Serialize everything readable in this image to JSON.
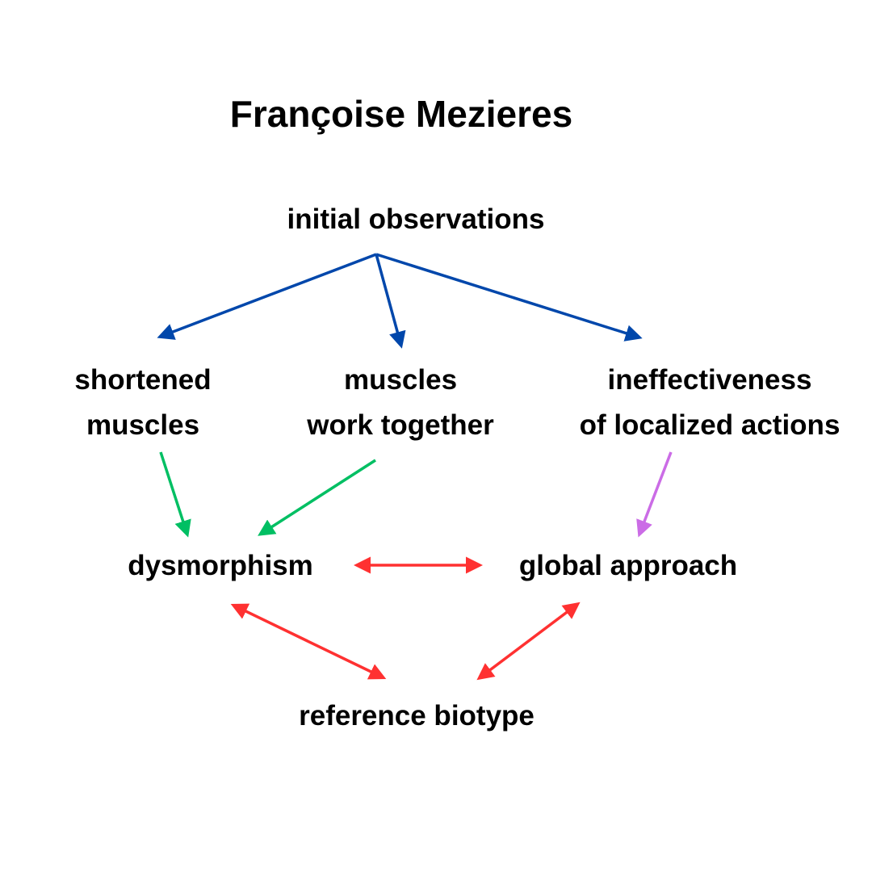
{
  "title": "Françoise Mezieres",
  "nodes": {
    "initial": "initial observations",
    "shortened": [
      "shortened",
      "muscles"
    ],
    "together": [
      "muscles",
      "work together"
    ],
    "ineffective": [
      "ineffectiveness",
      "of localized actions"
    ],
    "dysmorphism": "dysmorphism",
    "global": "global approach",
    "biotype": "reference biotype"
  },
  "colors": {
    "blue": "#0047ab",
    "green": "#00bf63",
    "purple": "#cb6ce6",
    "red": "#ff3131"
  }
}
